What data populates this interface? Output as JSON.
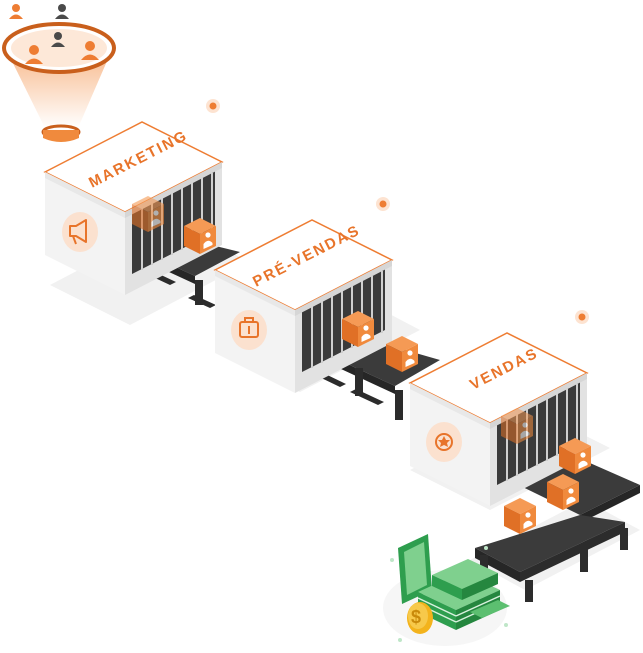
{
  "stages": [
    {
      "label": "MARKETING",
      "icon": "megaphone-icon"
    },
    {
      "label": "PRÉ-VENDAS",
      "icon": "briefcase-icon"
    },
    {
      "label": "VENDAS",
      "icon": "star-badge-icon"
    }
  ],
  "colors": {
    "accent": "#ee7d33",
    "accent_dark": "#c95f1c",
    "building_light": "#f7f7f7",
    "building_side": "#e3e3e3",
    "conveyor": "#3b3b3b",
    "money": "#2e9e4e",
    "money_light": "#7fd08e",
    "coin": "#f3b31c"
  },
  "icons": {
    "funnel": "funnel-icon",
    "people": "people-icon",
    "lead_box": "person-box-icon",
    "money": "money-stack-icon",
    "coin": "dollar-coin-icon"
  }
}
